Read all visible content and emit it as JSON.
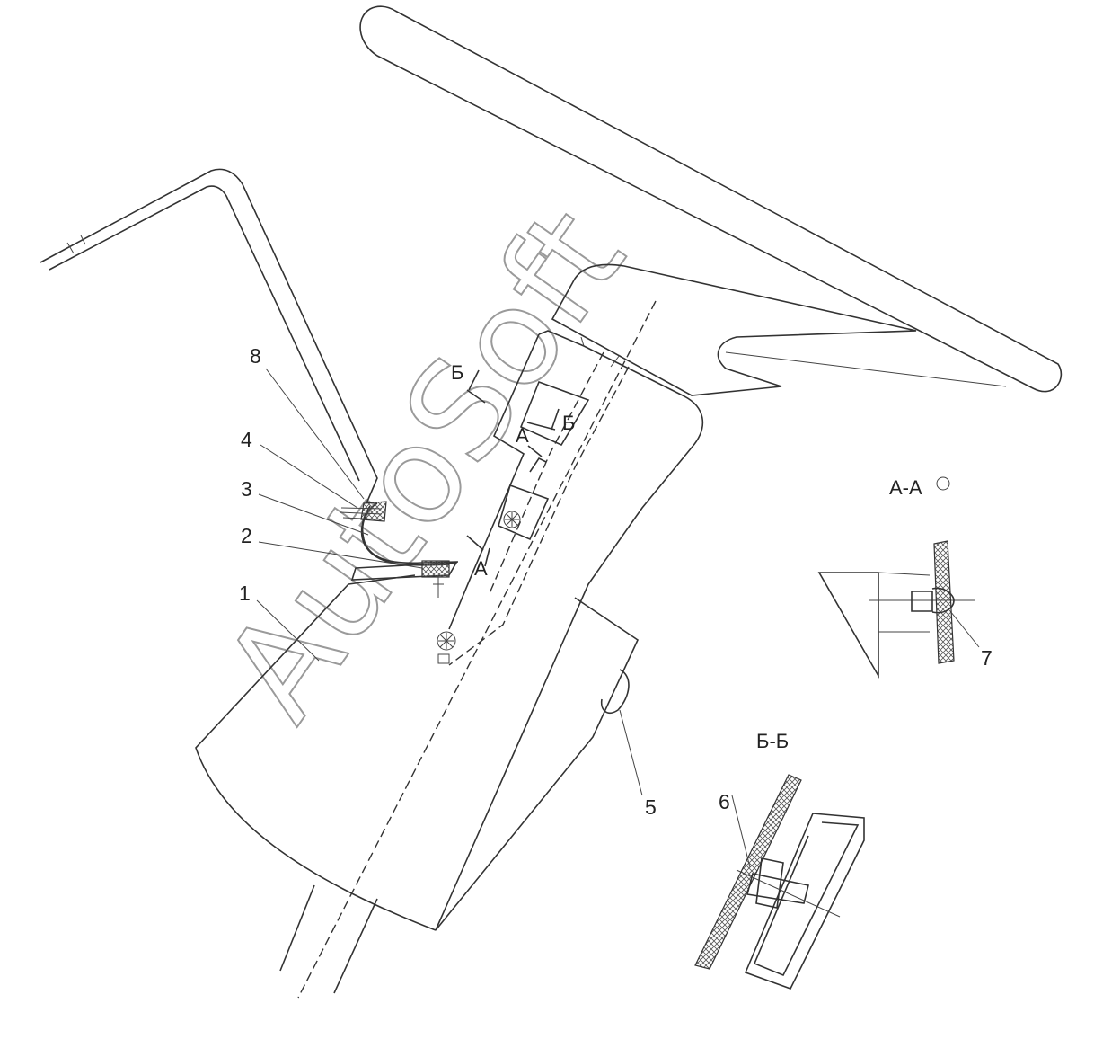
{
  "callouts": [
    "1",
    "2",
    "3",
    "4",
    "5",
    "6",
    "7",
    "8"
  ],
  "section_marks": {
    "a_mark_upper": "А",
    "a_mark_lower": "А",
    "b_mark_upper": "Б",
    "b_mark_lower": "Б"
  },
  "views": {
    "section_aa_title": "А-А",
    "section_bb_title": "Б-Б"
  },
  "watermark": "AutoSoft"
}
